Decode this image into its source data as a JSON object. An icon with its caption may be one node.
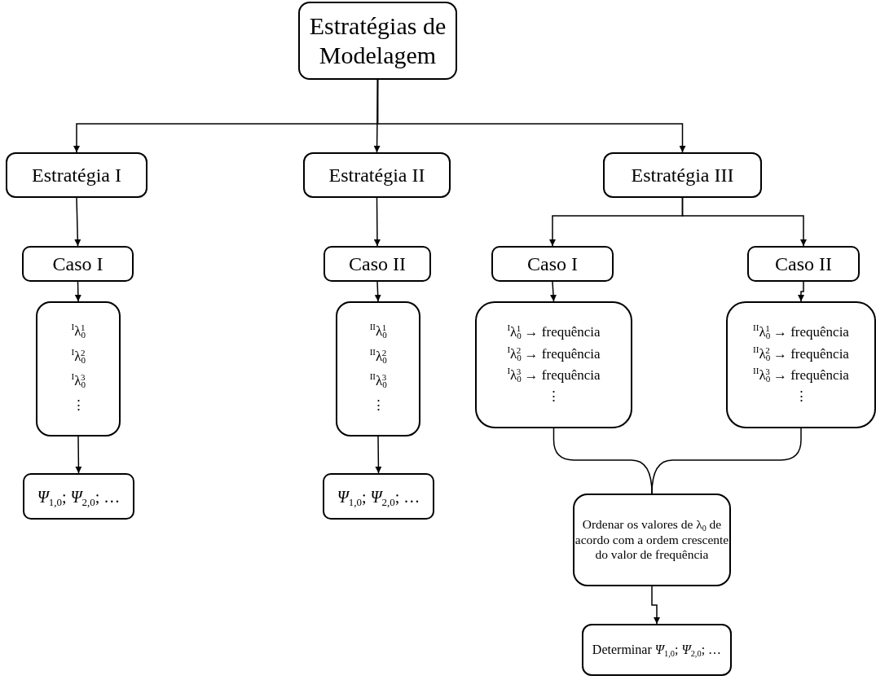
{
  "diagram": {
    "nodes": [
      {
        "text": [
          "Estratégias de Modelagem"
        ]
      },
      {
        "text": [
          "Estratégia I"
        ]
      },
      {
        "text": [
          "Estratégia II"
        ]
      },
      {
        "text": [
          "Estratégia III"
        ]
      },
      {
        "text": [
          "Caso I"
        ]
      },
      {
        "text": [
          "Caso II"
        ]
      },
      {
        "text": [
          "Caso I"
        ]
      },
      {
        "text": [
          "Caso II"
        ]
      },
      {
        "text": [
          "$^{I}$λ$_{0}$$^{1}$",
          "$^{I}$λ$_{0}$$^{2}$",
          "$^{I}$λ$_{0}$$^{3}$",
          "⋮"
        ]
      },
      {
        "text": [
          "$^{II}$λ$_{0}$$^{1}$",
          "$^{II}$λ$_{0}$$^{2}$",
          "$^{II}$λ$_{0}$$^{3}$",
          "⋮"
        ]
      },
      {
        "text": [
          "$^{I}$λ$_{0}$$^{1}$ → frequência",
          "$^{I}$λ$_{0}$$^{2}$ → frequência",
          "$^{I}$λ$_{0}$$^{3}$ → frequência",
          "⋮"
        ]
      },
      {
        "text": [
          "$^{II}$λ$_{0}$$^{1}$ → frequência",
          "$^{II}$λ$_{0}$$^{2}$ → frequência",
          "$^{II}$λ$_{0}$$^{3}$ → frequência",
          "⋮"
        ]
      },
      {
        "text": [
          "*Ψ*$_{1,0}$; *Ψ*$_{2,0}$; …"
        ]
      },
      {
        "text": [
          "*Ψ*$_{1,0}$; *Ψ*$_{2,0}$; …"
        ]
      },
      {
        "text": [
          "Ordenar os valores de λ$_{0}$ de acordo com a ordem crescente do valor de frequência"
        ]
      },
      {
        "text": [
          "Determinar *Ψ*$_{1,0}$; *Ψ*$_{2,0}$; …"
        ]
      }
    ],
    "edges": [
      {
        "from": 0,
        "to": 1,
        "arrow": "to"
      },
      {
        "from": 0,
        "to": 2,
        "arrow": "to"
      },
      {
        "from": 0,
        "to": 3,
        "arrow": "to"
      },
      {
        "from": 1,
        "to": 4,
        "arrow": "to"
      },
      {
        "from": 2,
        "to": 5,
        "arrow": "to"
      },
      {
        "from": 3,
        "to": 6,
        "arrow": "to"
      },
      {
        "from": 3,
        "to": 7,
        "arrow": "to"
      },
      {
        "from": 4,
        "to": 8,
        "arrow": "to"
      },
      {
        "from": 5,
        "to": 9,
        "arrow": "to"
      },
      {
        "from": 6,
        "to": 10,
        "arrow": "to"
      },
      {
        "from": 7,
        "to": 11,
        "arrow": "to"
      },
      {
        "from": 8,
        "to": 12,
        "arrow": "to"
      },
      {
        "from": 9,
        "to": 13,
        "arrow": "to"
      },
      {
        "from": 10,
        "to": 14,
        "arrow": "none"
      },
      {
        "from": 11,
        "to": 14,
        "arrow": "none"
      },
      {
        "from": 14,
        "to": 15,
        "arrow": "to"
      }
    ]
  }
}
